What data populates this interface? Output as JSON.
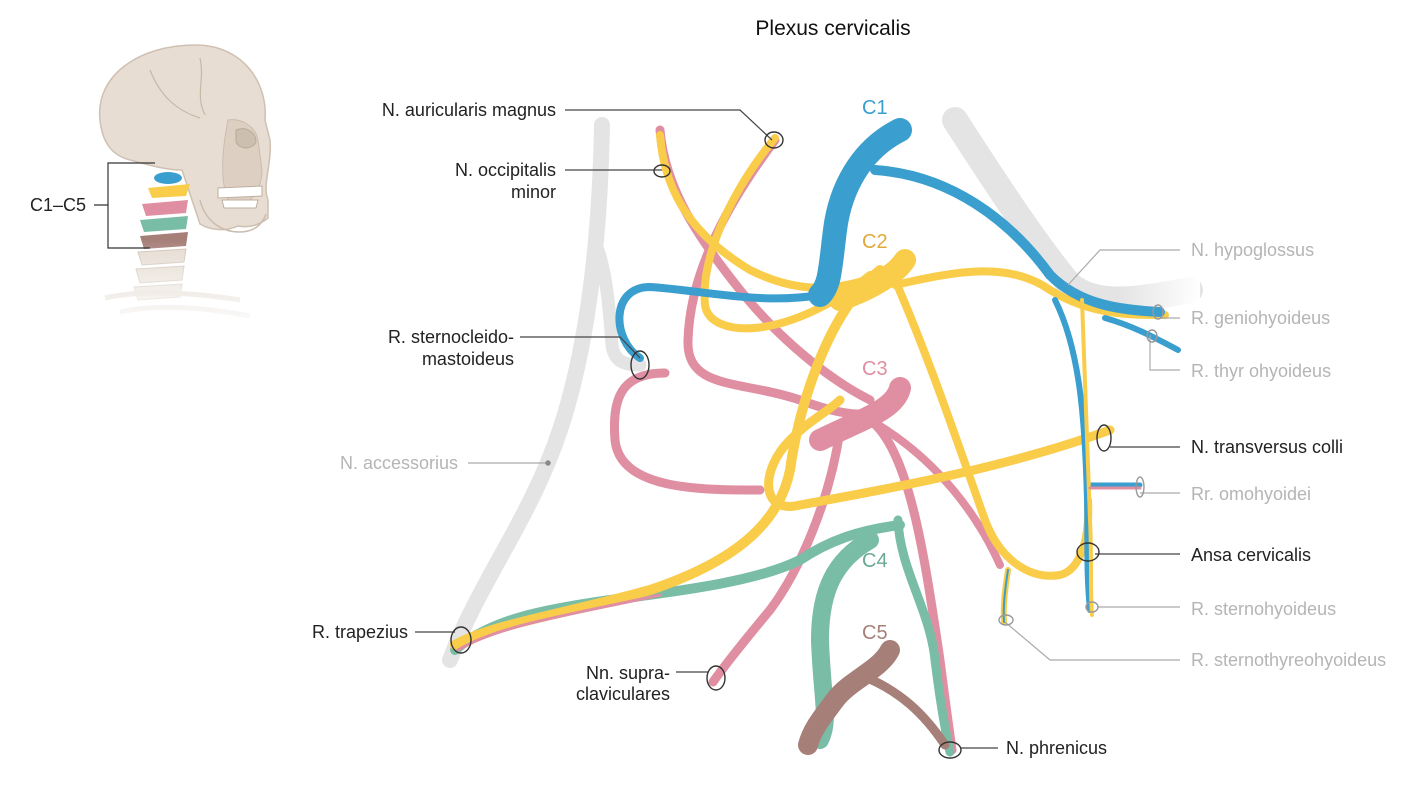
{
  "title": "Plexus cervicalis",
  "roots": {
    "c1": {
      "label": "C1",
      "color": "#3a9fcf"
    },
    "c2": {
      "label": "C2",
      "color": "#f9cc4a"
    },
    "c3": {
      "label": "C3",
      "color": "#e08ea2"
    },
    "c4": {
      "label": "C4",
      "color": "#79bda6"
    },
    "c5": {
      "label": "C5",
      "color": "#a77f79"
    }
  },
  "inset": {
    "range_label": "C1–C5"
  },
  "labels": {
    "auricularis": "N. auricularis magnus",
    "occipitalis_1": "N. occipitalis",
    "occipitalis_2": "minor",
    "sternocleido_1": "R. sternocleido-",
    "sternocleido_2": "mastoideus",
    "accessorius": "N. accessorius",
    "trapezius": "R. trapezius",
    "supraclav_1": "Nn. supra-",
    "supraclav_2": "claviculares",
    "phrenicus": "N. phrenicus",
    "hypoglossus": "N. hypoglossus",
    "geniohyoideus": "R. geniohyoideus",
    "thyrohyoideus": "R. thyr ohyoideus",
    "transversus": "N. transversus colli",
    "omohyoidei": "Rr. omohyoidei",
    "ansa": "Ansa cervicalis",
    "sternohyoideus": "R. sternohyoideus",
    "sternothyreohyoideus": "R. sternothyreohyoideus"
  }
}
